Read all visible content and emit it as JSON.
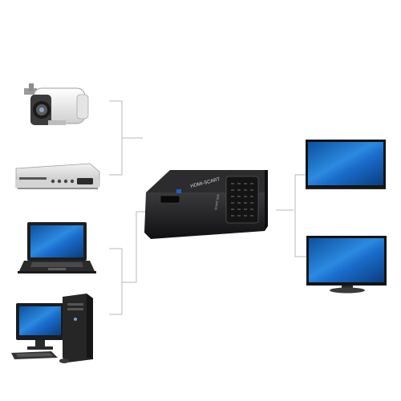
{
  "scene": {
    "background": "#ffffff",
    "connector_line_color": "#b8b8b8",
    "sources": [
      {
        "name": "cctv-camera",
        "icon": "cctv-camera-icon"
      },
      {
        "name": "dvd-player",
        "icon": "dvd-player-icon"
      },
      {
        "name": "laptop",
        "icon": "laptop-icon"
      },
      {
        "name": "desktop-pc",
        "icon": "desktop-pc-icon"
      }
    ],
    "converter": {
      "label": "HDMI-SCART",
      "port_label": "SCART OUT",
      "body_color": "#1c1c1e",
      "accent_color": "#2a6bd6"
    },
    "displays": [
      {
        "name": "monitor-top",
        "icon": "monitor-icon"
      },
      {
        "name": "monitor-bottom",
        "icon": "monitor-icon"
      }
    ],
    "screen_color": "#1b6fc2"
  }
}
